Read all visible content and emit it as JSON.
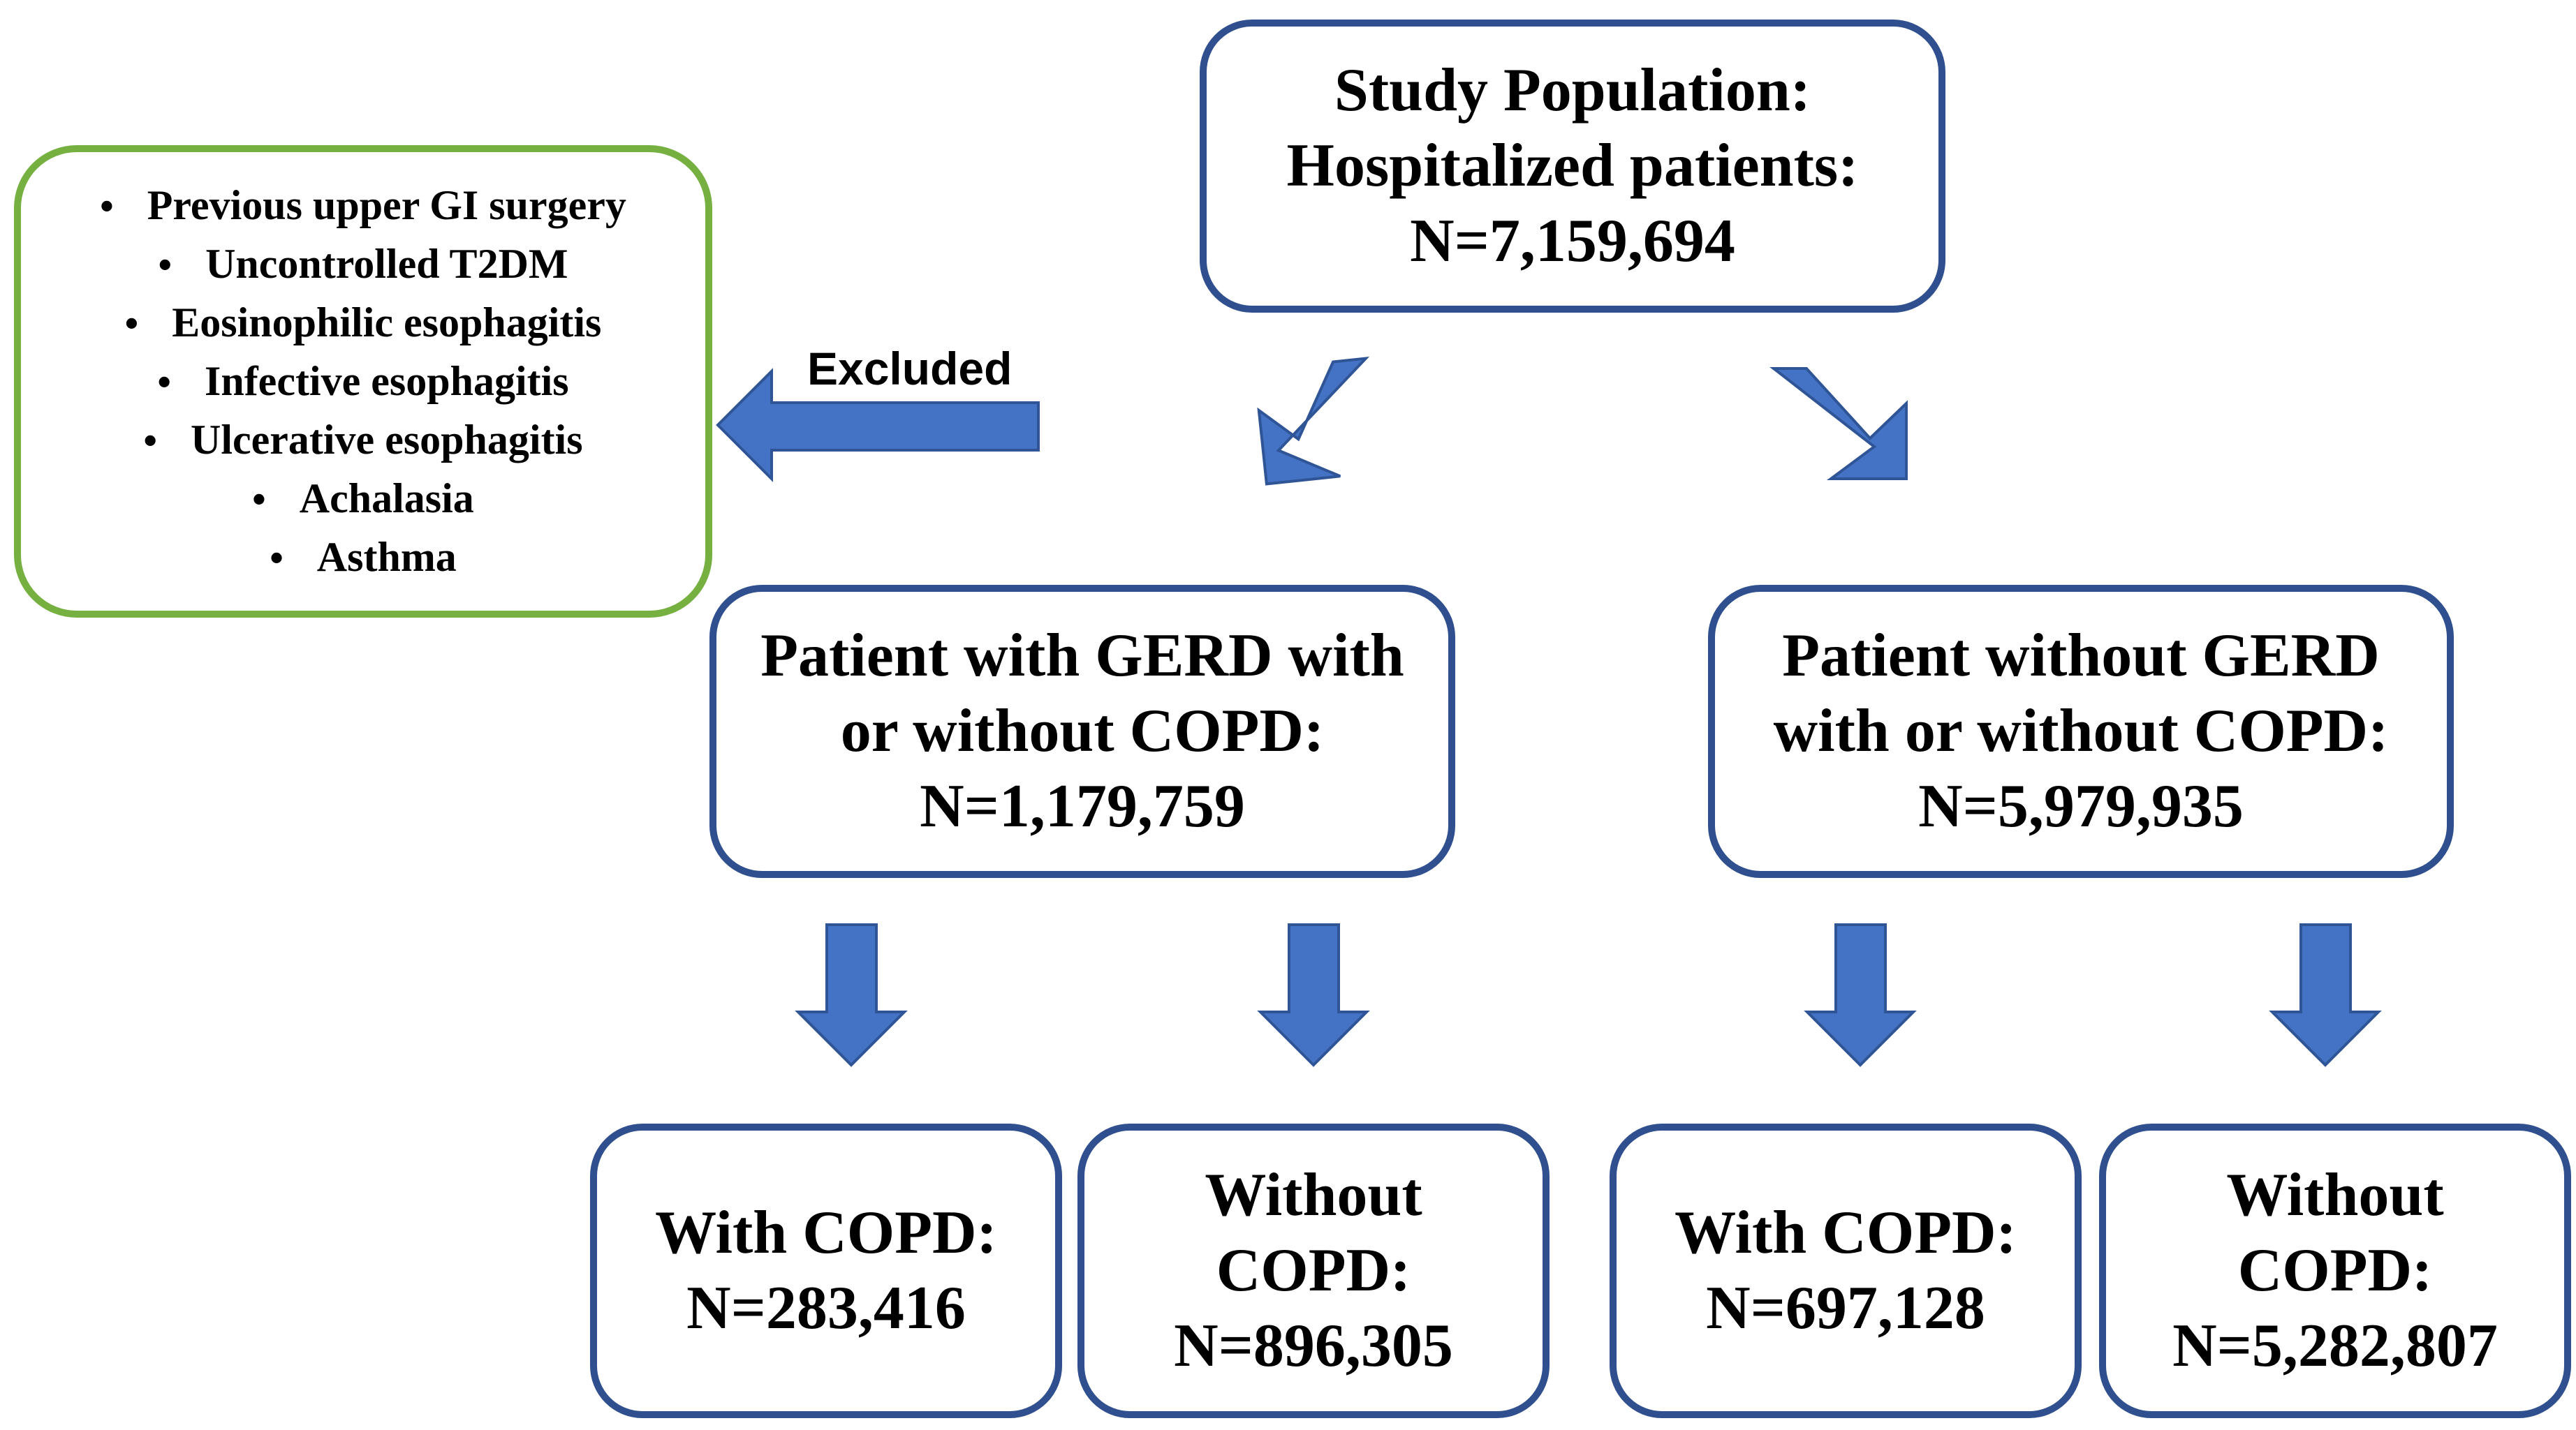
{
  "colors": {
    "box_border": "#2f4f8f",
    "exclusion_border": "#76b041",
    "arrow_fill": "#4472c4",
    "arrow_stroke": "#2f5597"
  },
  "top_box": {
    "line1": "Study Population:",
    "line2": "Hospitalized patients:",
    "line3": "N=7,159,694"
  },
  "exclusion": {
    "arrow_label": "Excluded",
    "criteria": [
      "Previous upper GI surgery",
      "Uncontrolled T2DM",
      "Eosinophilic esophagitis",
      "Infective esophagitis",
      "Ulcerative esophagitis",
      "Achalasia",
      "Asthma"
    ]
  },
  "gerd_box": {
    "line1": "Patient with GERD with",
    "line2": "or without COPD:",
    "line3": "N=1,179,759"
  },
  "no_gerd_box": {
    "line1": "Patient without GERD",
    "line2": "with or without COPD:",
    "line3": "N=5,979,935"
  },
  "leaves": {
    "gerd_with_copd": {
      "line1": "With COPD:",
      "line2": "N=283,416"
    },
    "gerd_without_copd": {
      "line1": "Without",
      "line2": "COPD:",
      "line3": "N=896,305"
    },
    "no_gerd_with_copd": {
      "line1": "With COPD:",
      "line2": "N=697,128"
    },
    "no_gerd_without_copd": {
      "line1": "Without",
      "line2": "COPD:",
      "line3": "N=5,282,807"
    }
  }
}
